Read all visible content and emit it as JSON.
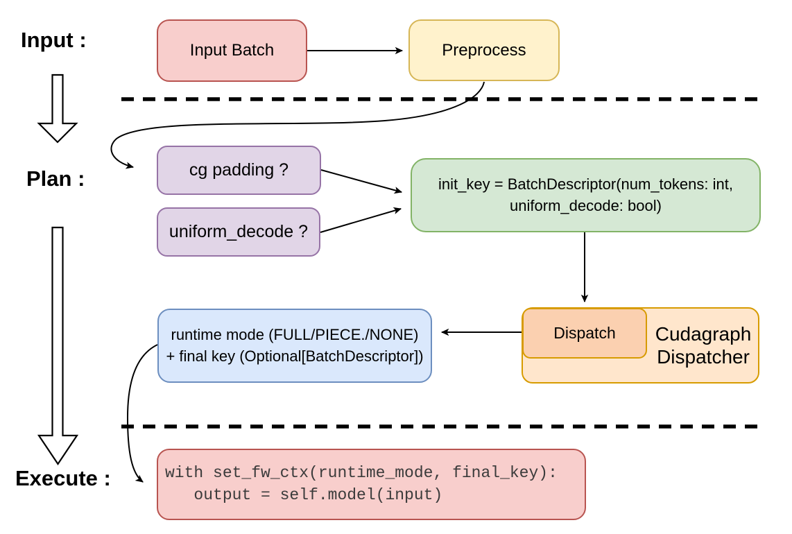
{
  "stages": {
    "input_label": "Input :",
    "plan_label": "Plan :",
    "execute_label": "Execute :"
  },
  "nodes": {
    "input_batch": "Input Batch",
    "preprocess": "Preprocess",
    "cg_padding": "cg padding ?",
    "uniform_decode": "uniform_decode ?",
    "init_key_line1": "init_key = BatchDescriptor(num_tokens: int,",
    "init_key_line2": "uniform_decode: bool)",
    "runtime_line1": "runtime mode (FULL/PIECE./NONE)",
    "runtime_line2": "+ final key (Optional[BatchDescriptor])",
    "dispatch": "Dispatch",
    "cudagraph_line1": "Cudagraph",
    "cudagraph_line2": "Dispatcher",
    "code_line1": "with set_fw_ctx(runtime_mode, final_key):",
    "code_line2": "   output = self.model(input)"
  },
  "colors": {
    "pink_fill": "#f8cecc",
    "pink_stroke": "#b85450",
    "yellow_fill": "#fff2cc",
    "yellow_stroke": "#d6b656",
    "purple_fill": "#e1d5e7",
    "purple_stroke": "#9673a6",
    "green_fill": "#d5e8d4",
    "green_stroke": "#82b366",
    "blue_fill": "#dae8fc",
    "blue_stroke": "#6c8ebf",
    "orange_fill": "#ffe6cc",
    "orange_stroke": "#d79b00",
    "dispatch_fill": "#fbd0b0",
    "connector": "#000000"
  }
}
